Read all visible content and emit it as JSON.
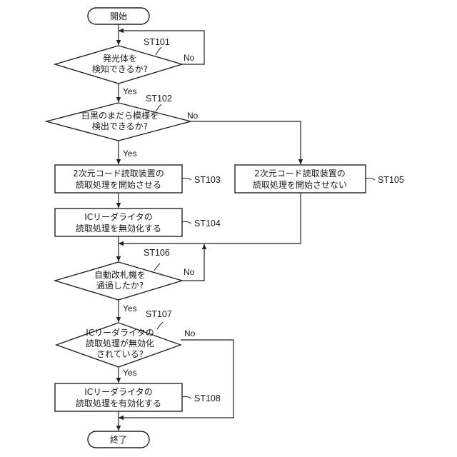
{
  "flow": {
    "start": "開始",
    "end": "終了",
    "yes": "Yes",
    "no": "No",
    "steps": {
      "st101": {
        "id": "ST101",
        "line1": "発光体を",
        "line2": "検知できるか?"
      },
      "st102": {
        "id": "ST102",
        "line1": "白黒のまだら模様を",
        "line2": "検出できるか?"
      },
      "st103": {
        "id": "ST103",
        "line1": "2次元コード読取装置の",
        "line2": "読取処理を開始させる"
      },
      "st104": {
        "id": "ST104",
        "line1": "ICリーダライタの",
        "line2": "読取処理を無効化する"
      },
      "st105": {
        "id": "ST105",
        "line1": "2次元コード読取装置の",
        "line2": "読取処理を開始させない"
      },
      "st106": {
        "id": "ST106",
        "line1": "自動改札機を",
        "line2": "通過したか?"
      },
      "st107": {
        "id": "ST107",
        "line1": "ICリーダライタの",
        "line2": "読取処理が無効化",
        "line3": "されている?"
      },
      "st108": {
        "id": "ST108",
        "line1": "ICリーダライタの",
        "line2": "読取処理を有効化する"
      }
    }
  }
}
